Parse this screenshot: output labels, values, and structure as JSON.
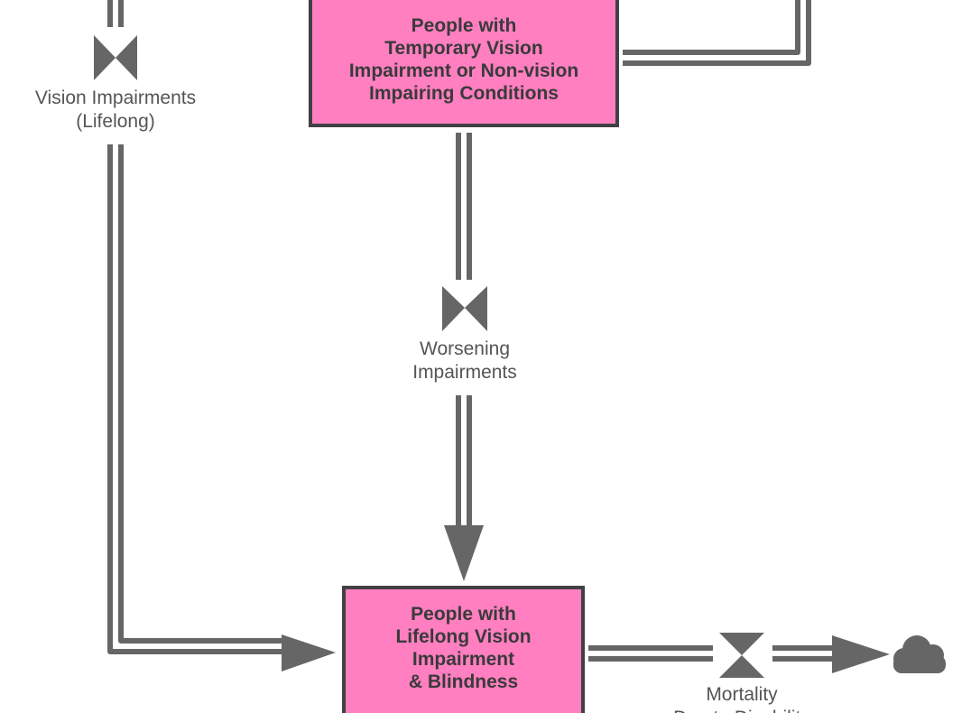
{
  "stocks": {
    "temporary": {
      "label": "People with\nTemporary Vision\nImpairment or Non-vision\nImpairing Conditions"
    },
    "lifelong": {
      "label": "People with\nLifelong Vision\nImpairment\n& Blindness"
    }
  },
  "flows": {
    "vision_impairments": {
      "label": "Vision Impairments\n(Lifelong)"
    },
    "worsening": {
      "label": "Worsening\nImpairments"
    },
    "mortality": {
      "label": "Mortality\nDue to Disability"
    }
  },
  "colors": {
    "stock_fill": "#ff7fc0",
    "stock_border": "#414042",
    "flow": "#666666",
    "text": "#555555"
  },
  "icons": {
    "valve": "bowtie-valve-icon",
    "sink": "cloud-icon"
  }
}
